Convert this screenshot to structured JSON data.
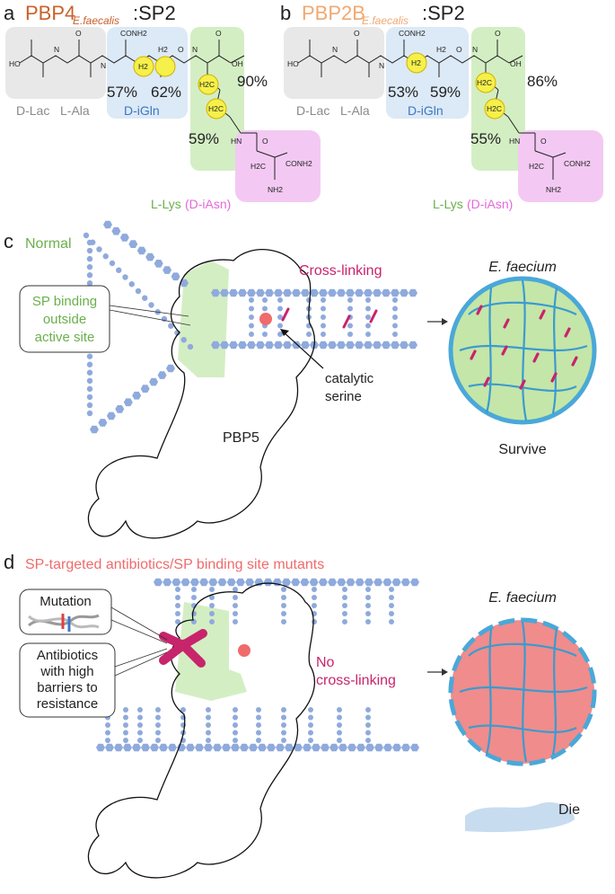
{
  "panel_a": {
    "letter": "a",
    "title_main": "PBP4",
    "title_sub": "E.faecalis",
    "title_suffix": ":SP2",
    "pct_gln1": "57%",
    "pct_gln2": "62%",
    "pct_lys1": "90%",
    "pct_lys2": "59%",
    "label_dlac": "D-Lac",
    "label_lala": "L-Ala",
    "label_diglm": "D-iGln",
    "label_llys": "L-Lys",
    "label_diasn": "(D-iAsn)"
  },
  "panel_b": {
    "letter": "b",
    "title_main": "PBP2B",
    "title_sub": "E.faecalis",
    "title_suffix": ":SP2",
    "pct_gln1": "53%",
    "pct_gln2": "59%",
    "pct_lys1": "86%",
    "pct_lys2": "55%",
    "label_dlac": "D-Lac",
    "label_lala": "L-Ala",
    "label_diglm": "D-iGln",
    "label_llys": "L-Lys",
    "label_diasn": "(D-iAsn)"
  },
  "chem": {
    "ho": "HO",
    "n": "N",
    "h": "H",
    "o": "O",
    "conh2": "CONH2",
    "h2": "H2",
    "h2c": "H2C",
    "nh2": "NH2",
    "oh": "OH",
    "hn": "HN"
  },
  "panel_c": {
    "letter": "c",
    "title": "Normal",
    "crosslink_label": "Cross-linking",
    "callout_line1": "SP binding",
    "callout_line2": "outside",
    "callout_line3": "active site",
    "catalytic_line1": "catalytic",
    "catalytic_line2": "serine",
    "protein_label": "PBP5",
    "organism": "E. faecium",
    "outcome": "Survive"
  },
  "panel_d": {
    "letter": "d",
    "title": "SP-targeted antibiotics/SP binding site mutants",
    "mutation_label": "Mutation",
    "antibiotic_line1": "Antibiotics",
    "antibiotic_line2": "with high",
    "antibiotic_line3": "barriers to",
    "antibiotic_line4": "resistance",
    "no_crosslink_line1": "No",
    "no_crosslink_line2": "cross-linking",
    "organism": "E. faecium",
    "outcome": "Die"
  },
  "colors": {
    "orange_a": "#c8622a",
    "orange_b": "#f0a972",
    "green": "#6ab04c",
    "blue": "#3b78c2",
    "pink": "#e668d9",
    "crimson": "#c8246b",
    "salmon": "#f06b6b",
    "glycan": "#8faadc",
    "cell_green": "#c4e6a8",
    "cell_red": "#f08c8c",
    "cell_border": "#4aa8d8"
  }
}
